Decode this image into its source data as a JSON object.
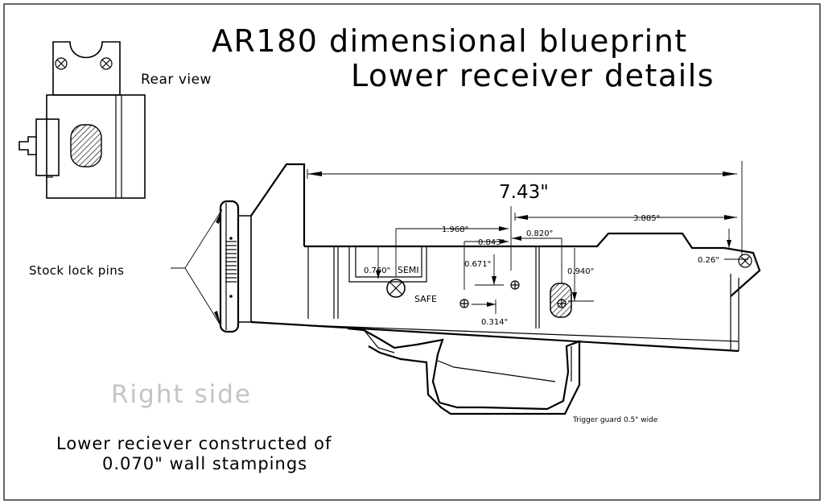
{
  "title": {
    "line1": "AR180 dimensional blueprint",
    "line2": "Lower receiver details"
  },
  "rear_view_label": "Rear view",
  "stock_lock_pins_label": "Stock lock pins",
  "view_label": "Right side",
  "construction_note": {
    "line1": "Lower reciever constructed of",
    "line2": "0.070\" wall stampings"
  },
  "trigger_guard_note": "Trigger guard 0.5\" wide",
  "selector": {
    "semi": "SEMI",
    "safe": "SAFE"
  },
  "dimensions": {
    "overall": "7.43\"",
    "d1968": "1.968\"",
    "d3885": "3.885\"",
    "d0843": "0.843\"",
    "d0820": "0.820\"",
    "d0671": "0.671\"",
    "d0760": "0.760\"",
    "d0940": "0.940\"",
    "d026": "0.26\"",
    "d0314": "0.314\""
  }
}
